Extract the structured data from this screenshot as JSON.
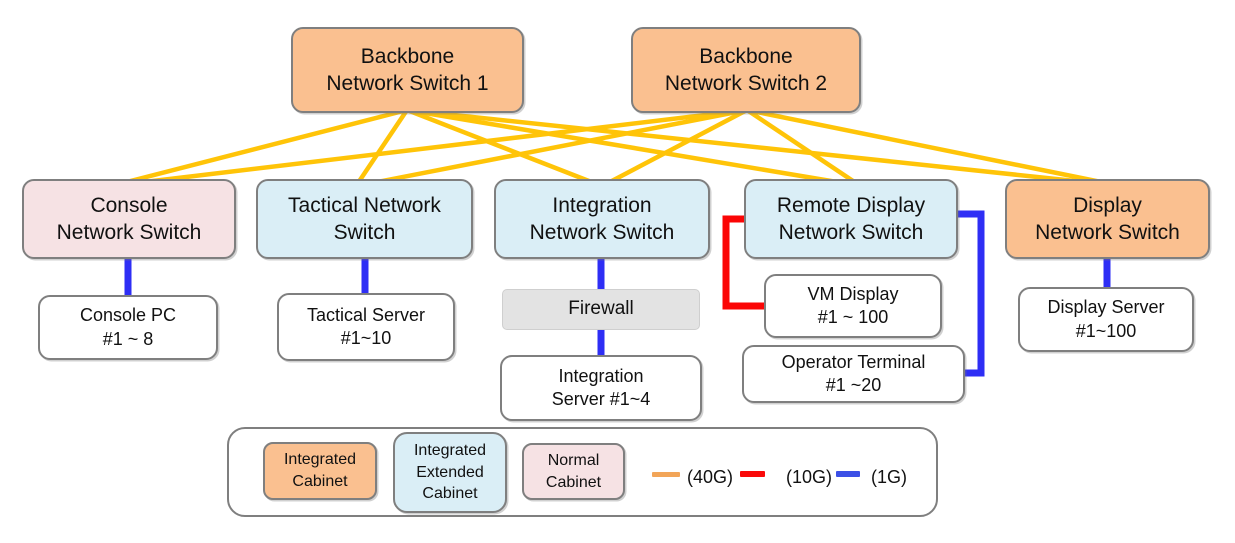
{
  "nodes": {
    "backbone1": {
      "label": "Backbone\nNetwork Switch 1"
    },
    "backbone2": {
      "label": "Backbone\nNetwork Switch 2"
    },
    "console_switch": {
      "label": "Console\nNetwork Switch"
    },
    "tactical_switch": {
      "label": "Tactical Network\nSwitch"
    },
    "integration_switch": {
      "label": "Integration\nNetwork Switch"
    },
    "remote_display_switch": {
      "label": "Remote Display\nNetwork Switch"
    },
    "display_switch": {
      "label": "Display\nNetwork Switch"
    },
    "console_pc": {
      "label": "Console PC\n#1 ~ 8"
    },
    "tactical_server": {
      "label": "Tactical Server\n#1~10"
    },
    "firewall": {
      "label": "Firewall"
    },
    "integration_server": {
      "label": "Integration\nServer #1~4"
    },
    "vm_display": {
      "label": "VM Display\n#1 ~ 100"
    },
    "operator_terminal": {
      "label": "Operator Terminal\n#1 ~20"
    },
    "display_server": {
      "label": "Display Server\n#1~100"
    }
  },
  "legend": {
    "integrated_cabinet": {
      "label": "Integrated\nCabinet",
      "fill": "#fac090"
    },
    "integrated_extended_cabinet": {
      "label": "Integrated\nExtended\nCabinet",
      "fill": "#daeef6"
    },
    "normal_cabinet": {
      "label": "Normal\nCabinet",
      "fill": "#f6e2e4"
    },
    "links": [
      {
        "label": "(40G)",
        "color": "#f2a558"
      },
      {
        "label": "(10G)",
        "color": "#fa0a0a"
      },
      {
        "label": "(1G)",
        "color": "#3c50e6"
      }
    ]
  },
  "colors": {
    "cabinet_orange": "#fac090",
    "cabinet_blue": "#daeef6",
    "cabinet_pink": "#f6e2e4",
    "firewall_gray": "#e3e3e3",
    "link_40g_yellow": "#ffc408",
    "link_10g_red": "#fb0505",
    "link_1g_blue": "#2e2ef5",
    "box_border_gray": "#7f7f7f"
  }
}
